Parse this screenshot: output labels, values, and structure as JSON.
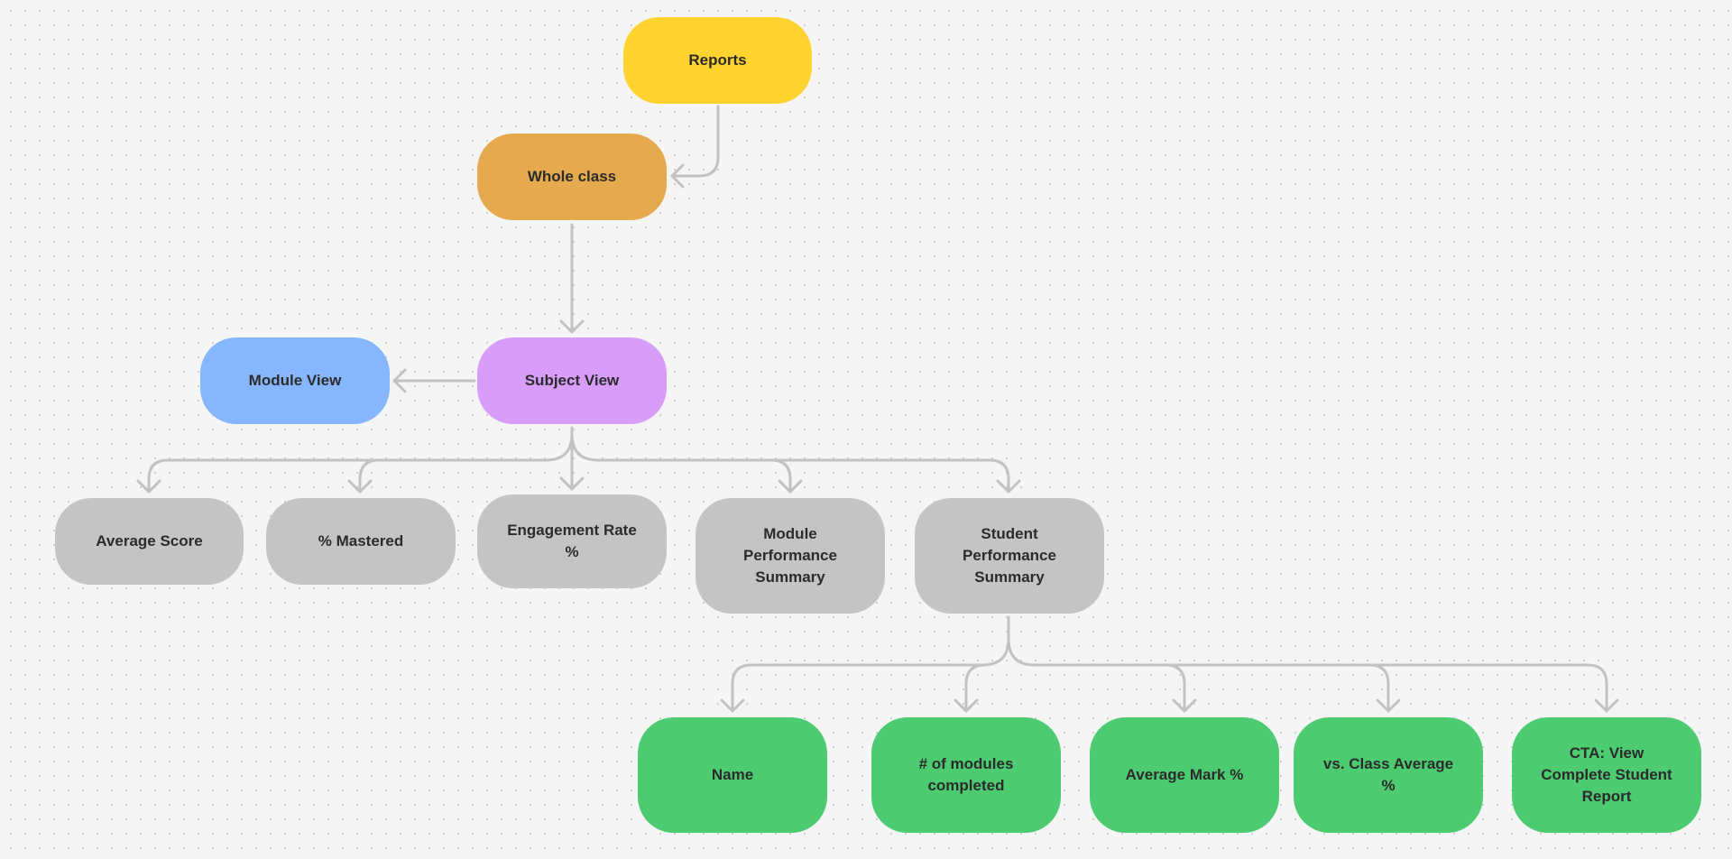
{
  "diagram": {
    "colors": {
      "yellow": "#fed330",
      "orange": "#e5a94e",
      "purple": "#d89cf9",
      "blue": "#86b6fd",
      "gray": "#c4c4c4",
      "green": "#4dcb71",
      "connector": "#c2c2c2"
    },
    "nodes": {
      "reports": "Reports",
      "whole_class": "Whole class",
      "subject_view": "Subject View",
      "module_view": "Module View",
      "average_score": "Average Score",
      "percent_mastered": "% Mastered",
      "engagement_rate": "Engagement Rate\n%",
      "module_performance_summary": "Module\nPerformance\nSummary",
      "student_performance_summary": "Student\nPerformance\nSummary",
      "name": "Name",
      "modules_completed": "# of modules\ncompleted",
      "average_mark": "Average Mark %",
      "vs_class_average": "vs. Class Average\n%",
      "cta_view_report": "CTA: View\nComplete Student\nReport"
    },
    "edges": [
      {
        "from": "reports",
        "to": "whole_class"
      },
      {
        "from": "whole_class",
        "to": "subject_view"
      },
      {
        "from": "subject_view",
        "to": "module_view"
      },
      {
        "from": "subject_view",
        "to": "average_score"
      },
      {
        "from": "subject_view",
        "to": "percent_mastered"
      },
      {
        "from": "subject_view",
        "to": "engagement_rate"
      },
      {
        "from": "subject_view",
        "to": "module_performance_summary"
      },
      {
        "from": "subject_view",
        "to": "student_performance_summary"
      },
      {
        "from": "student_performance_summary",
        "to": "name"
      },
      {
        "from": "student_performance_summary",
        "to": "modules_completed"
      },
      {
        "from": "student_performance_summary",
        "to": "average_mark"
      },
      {
        "from": "student_performance_summary",
        "to": "vs_class_average"
      },
      {
        "from": "student_performance_summary",
        "to": "cta_view_report"
      }
    ]
  }
}
